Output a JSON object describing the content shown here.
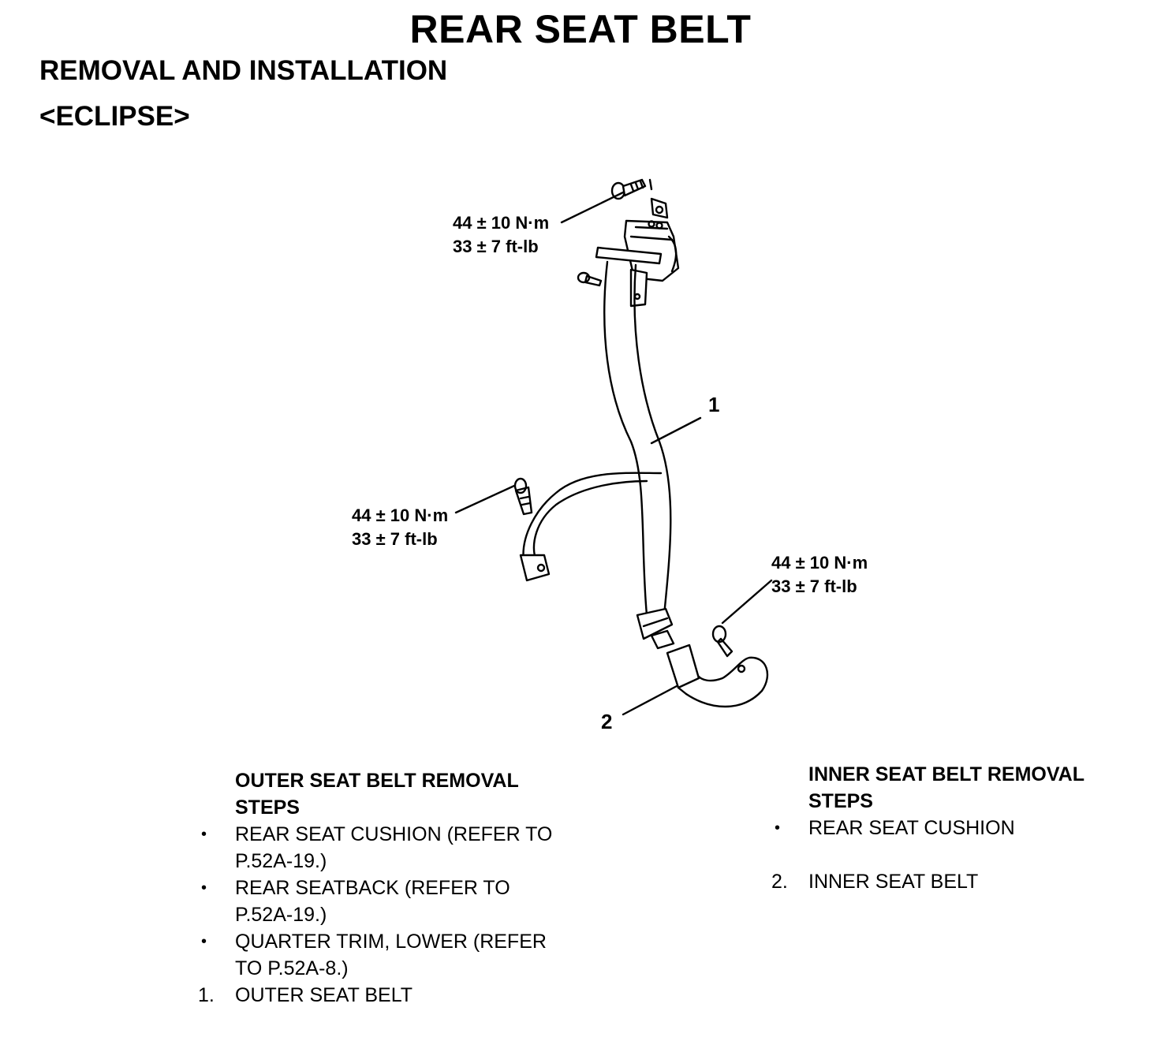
{
  "header": {
    "title": "REAR SEAT BELT",
    "subtitle": "REMOVAL AND INSTALLATION",
    "model": "<ECLIPSE>"
  },
  "diagram": {
    "torque_labels": [
      {
        "nm": "44 ± 10 N·m",
        "ftlb": "33 ± 7 ft-lb"
      },
      {
        "nm": "44 ± 10 N·m",
        "ftlb": "33 ± 7 ft-lb"
      },
      {
        "nm": "44 ± 10 N·m",
        "ftlb": "33 ± 7 ft-lb"
      }
    ],
    "callouts": [
      "1",
      "2"
    ]
  },
  "outer_steps": {
    "heading_line1": "OUTER SEAT BELT REMOVAL",
    "heading_line2": "STEPS",
    "items": [
      {
        "marker": "•",
        "line1": "REAR SEAT CUSHION (REFER TO",
        "line2": "P.52A-19.)"
      },
      {
        "marker": "•",
        "line1": "REAR SEATBACK (REFER TO",
        "line2": "P.52A-19.)"
      },
      {
        "marker": "•",
        "line1": "QUARTER TRIM, LOWER (REFER",
        "line2": "TO P.52A-8.)"
      },
      {
        "marker": "1.",
        "line1": "OUTER SEAT BELT"
      }
    ]
  },
  "inner_steps": {
    "heading_line1": "INNER SEAT BELT REMOVAL",
    "heading_line2": "STEPS",
    "items": [
      {
        "marker": "•",
        "line1": "REAR SEAT CUSHION"
      },
      {
        "marker": "2.",
        "line1": "INNER SEAT BELT"
      }
    ]
  }
}
